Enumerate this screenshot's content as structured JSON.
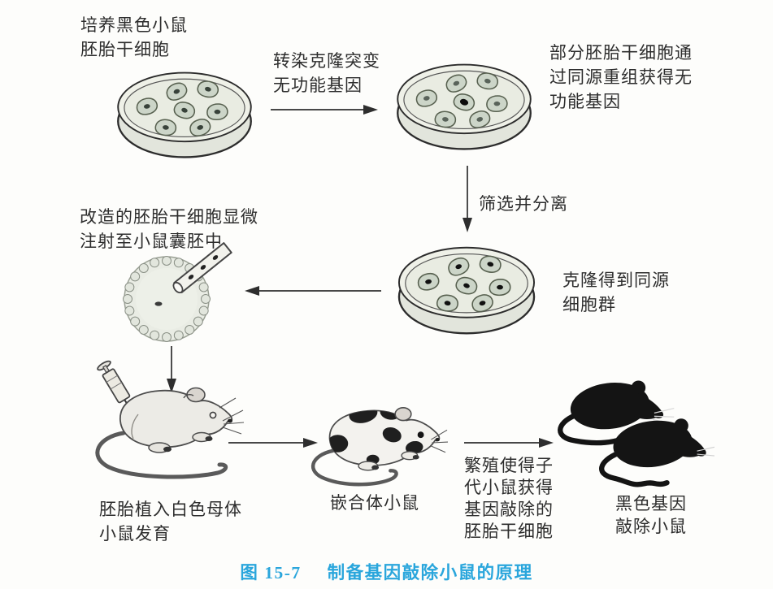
{
  "figure": {
    "caption_prefix": "图 15-7",
    "caption_title": "制备基因敲除小鼠的原理",
    "caption_color": "#2aa6dc"
  },
  "labels": {
    "culture_es": "培养黑色小鼠\n胚胎干细胞",
    "transfect": "转染克隆突变\n无功能基因",
    "homologous_recomb": "部分胚胎干细胞通\n过同源重组获得无\n功能基因",
    "screen_isolate": "筛选并分离",
    "clone_population": "克隆得到同源\n细胞群",
    "microinject": "改造的胚胎干细胞显微\n注射至小鼠囊胚中",
    "implant": "胚胎植入白色母体\n小鼠发育",
    "chimera": "嵌合体小鼠",
    "breed": "繁殖使得子\n代小鼠获得\n基因敲除的\n胚胎干细胞",
    "knockout_mice": "黑色基因\n敲除小鼠"
  },
  "art": {
    "dish1_nuclei": [
      "#38423a",
      "#38423a",
      "#38423a",
      "#38423a",
      "#38423a",
      "#38423a",
      "#38423a"
    ],
    "dish2_nuclei": [
      "#59635a",
      "#59635a",
      "#59635a",
      "#0c0c0c",
      "#59635a",
      "#59635a",
      "#59635a"
    ],
    "dish3_nuclei": [
      "#111111",
      "#111111",
      "#111111",
      "#111111",
      "#111111",
      "#111111",
      "#111111"
    ]
  }
}
